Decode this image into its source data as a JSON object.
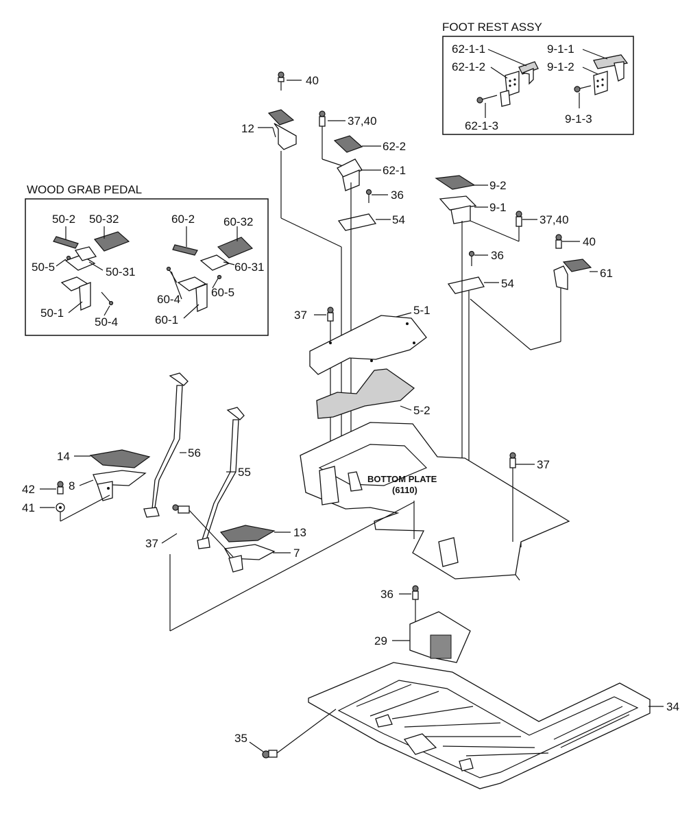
{
  "titles": {
    "foot_rest_assy": "FOOT REST ASSY",
    "wood_grab_pedal": "WOOD GRAB PEDAL",
    "bottom_plate": "BOTTOM PLATE",
    "bottom_plate_code": "(6110)"
  },
  "labels": {
    "l40_top": "40",
    "l12": "12",
    "l3740_a": "37,40",
    "l62_2": "62-2",
    "l62_1": "62-1",
    "l36_a": "36",
    "l54_a": "54",
    "l9_2": "9-2",
    "l9_1": "9-1",
    "l3740_b": "37,40",
    "l40_b": "40",
    "l36_b": "36",
    "l61": "61",
    "l54_b": "54",
    "l37_a": "37",
    "l5_1": "5-1",
    "l5_2": "5-2",
    "l56": "56",
    "l55": "55",
    "l14": "14",
    "l42": "42",
    "l8": "8",
    "l41": "41",
    "l37_b": "37",
    "l13": "13",
    "l7": "7",
    "l37_c": "37",
    "l36_c": "36",
    "l29": "29",
    "l34": "34",
    "l35": "35",
    "fr_62_1_1": "62-1-1",
    "fr_62_1_2": "62-1-2",
    "fr_62_1_3": "62-1-3",
    "fr_9_1_1": "9-1-1",
    "fr_9_1_2": "9-1-2",
    "fr_9_1_3": "9-1-3",
    "wg_50_2": "50-2",
    "wg_50_32": "50-32",
    "wg_50_5": "50-5",
    "wg_50_31": "50-31",
    "wg_50_1": "50-1",
    "wg_50_4": "50-4",
    "wg_60_2": "60-2",
    "wg_60_32": "60-32",
    "wg_60_31": "60-31",
    "wg_60_4": "60-4",
    "wg_60_5": "60-5",
    "wg_60_1": "60-1"
  }
}
